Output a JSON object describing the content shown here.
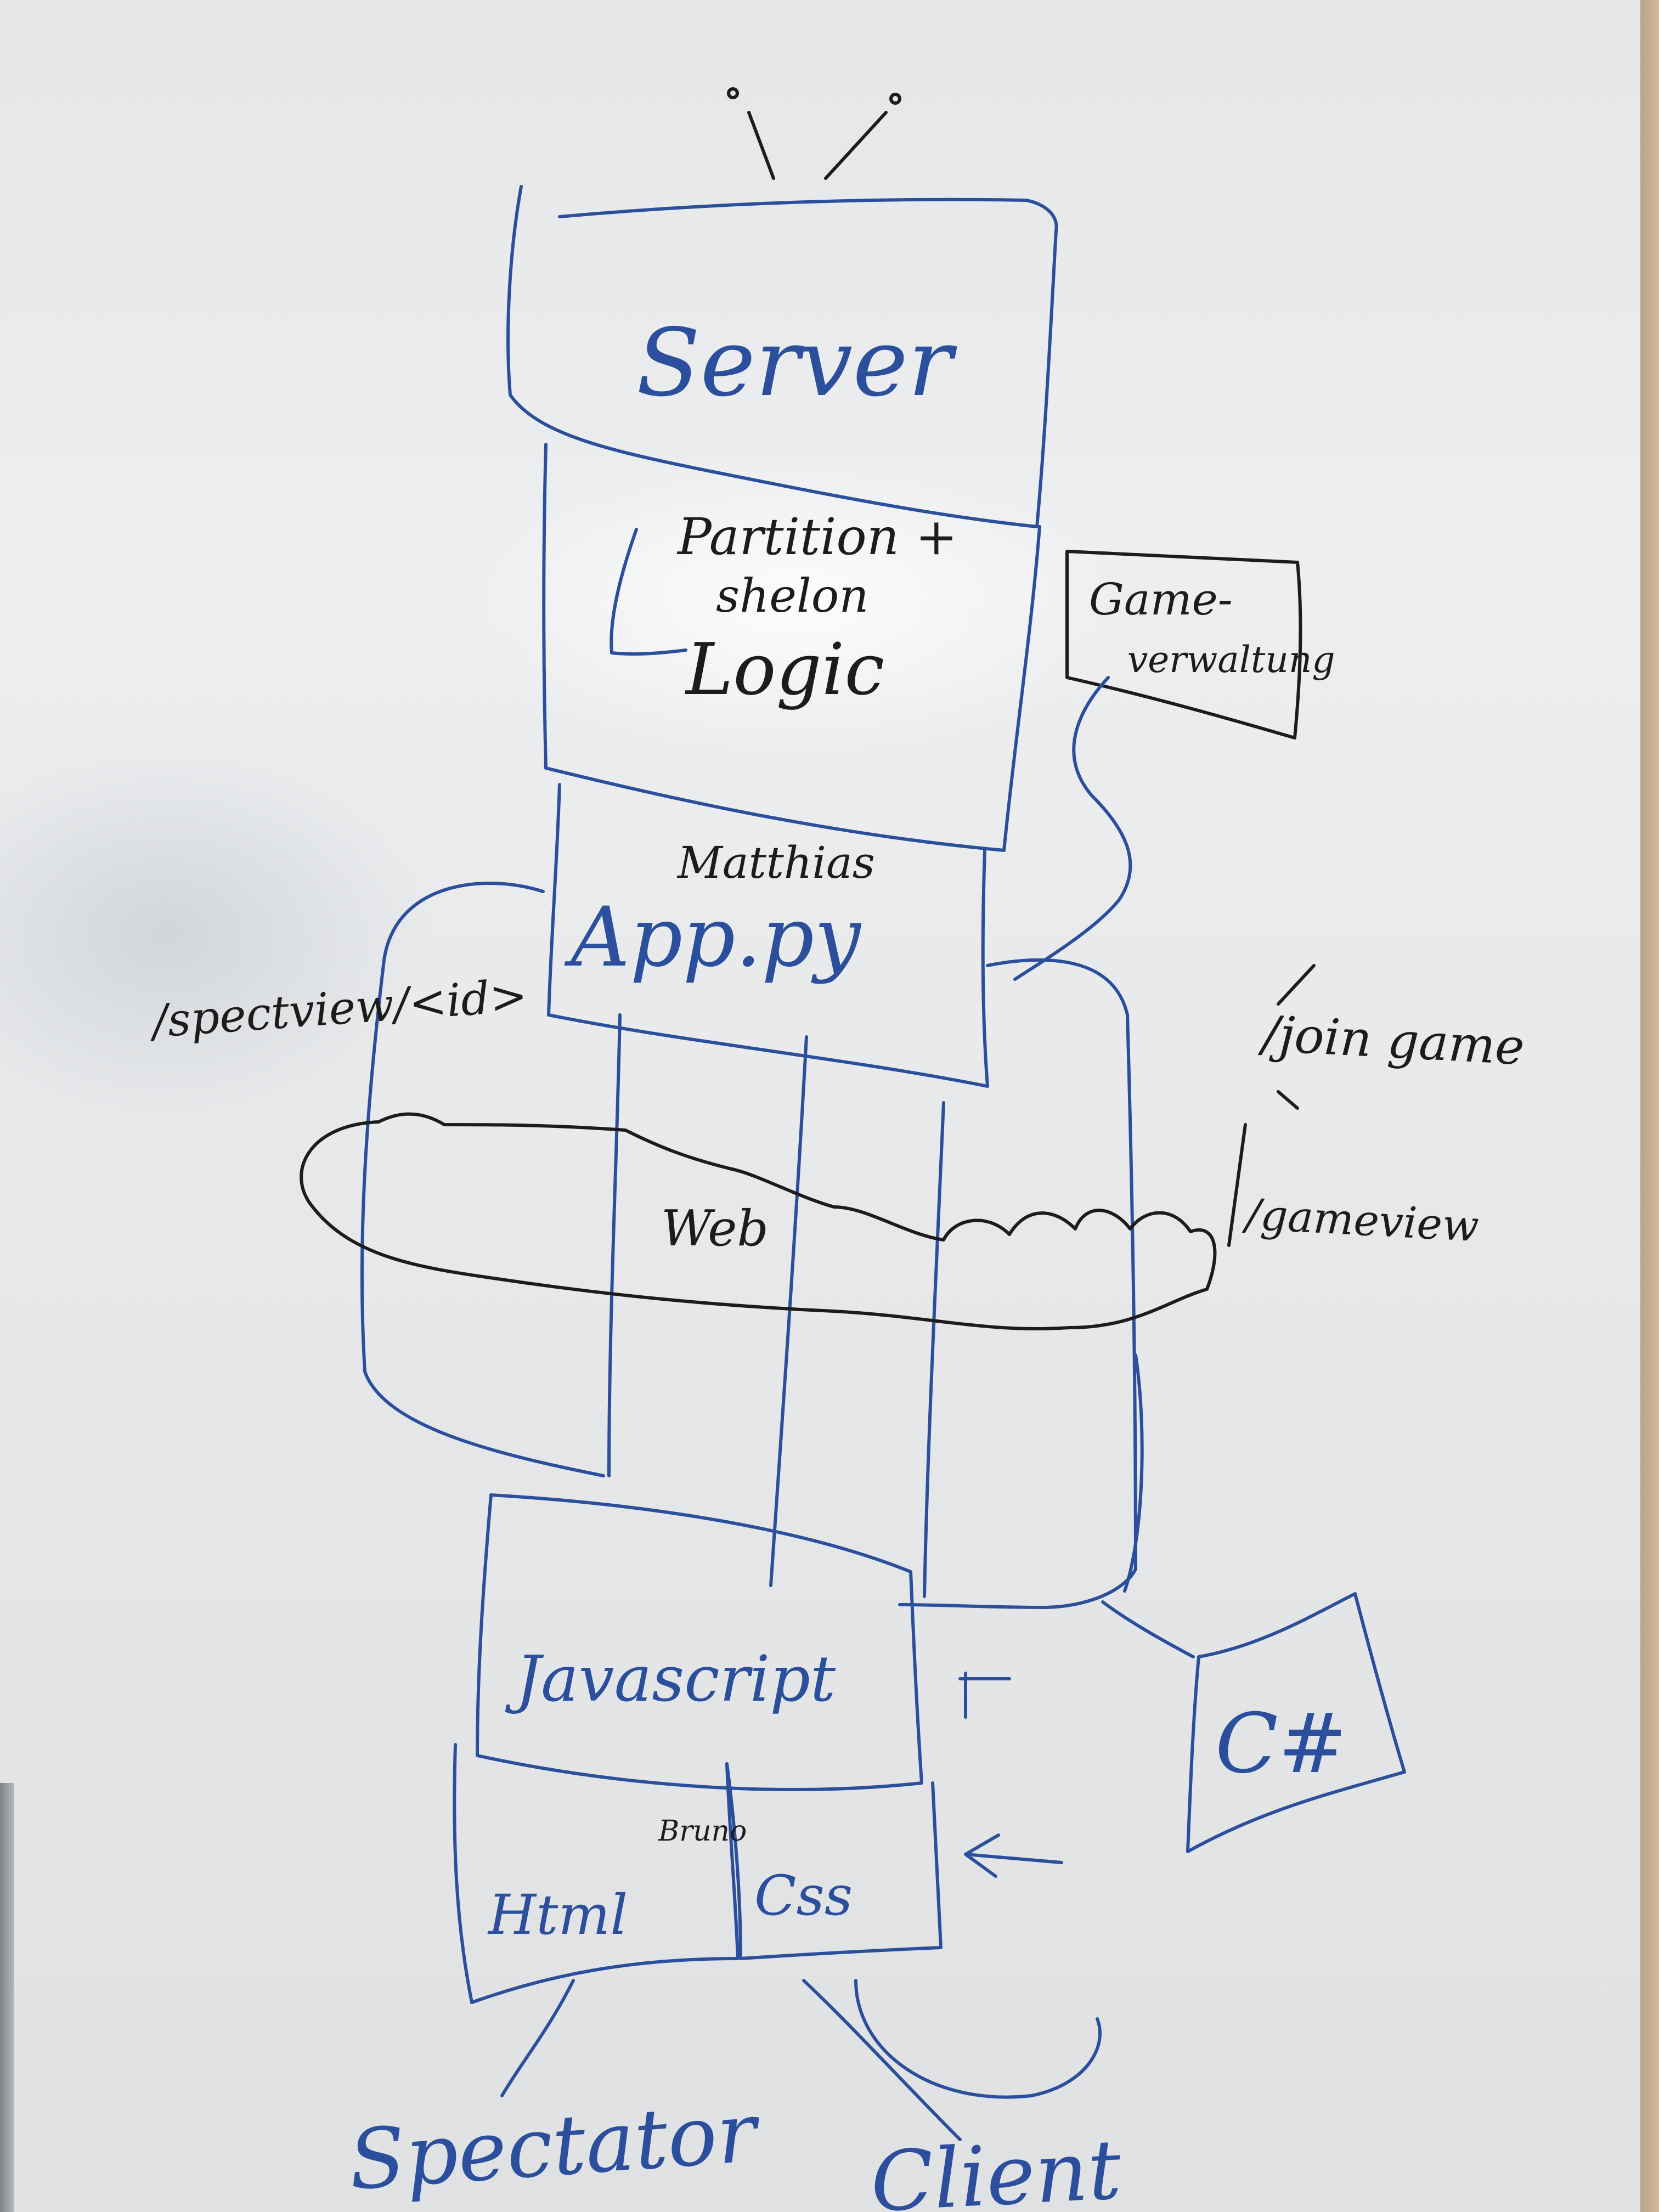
{
  "whiteboard": {
    "server_label": "Server",
    "logic_label_line1": "Partition +",
    "logic_label_line2": "shelon",
    "logic_label_line3": "Logic",
    "game_box_label_line1": "Game-",
    "game_box_label_line2": "verwaltung",
    "author_label": "Matthias",
    "app_label": "App.py",
    "route_spectview": "/spectview/<id>",
    "route_joingame": "/join game",
    "route_gameview": "/gameview",
    "web_label": "Web",
    "javascript_label": "Javascript",
    "html_label": "Html",
    "css_label": "Css",
    "small_label": "Bruno",
    "csharp_label": "C#",
    "spectator_label": "Spectator",
    "client_label": "Client"
  }
}
